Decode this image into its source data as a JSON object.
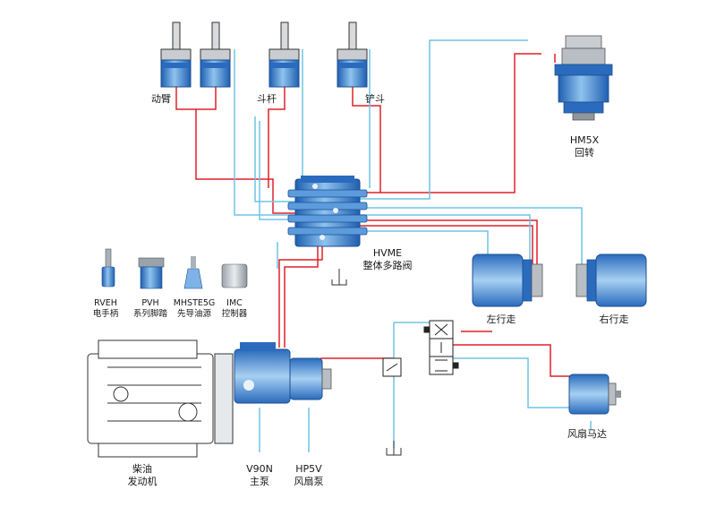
{
  "components": {
    "boom": {
      "label": "动臂"
    },
    "stick": {
      "label": "斗杆"
    },
    "bucket": {
      "label": "铲斗"
    },
    "swing": {
      "model": "HM5X",
      "label": "回转"
    },
    "valve": {
      "model": "HVME",
      "label": "整体多路阀"
    },
    "left_travel": {
      "label": "左行走"
    },
    "right_travel": {
      "label": "右行走"
    },
    "fan_motor": {
      "label": "风扇马达"
    },
    "engine": {
      "line1": "柴油",
      "line2": "发动机"
    },
    "main_pump": {
      "model": "V90N",
      "label": "主泵"
    },
    "fan_pump": {
      "model": "HP5V",
      "label": "风扇泵"
    }
  },
  "accessories": [
    {
      "model": "RVEH",
      "label": "电手柄"
    },
    {
      "model": "PVH",
      "label": "系列脚踏"
    },
    {
      "model": "MHSTE5G",
      "label": "先导油源"
    },
    {
      "model": "IMC",
      "label": "控制器"
    }
  ],
  "colors": {
    "pressure_line": "#e0202a",
    "return_line": "#6fc3e6",
    "component_blue": "#3d7fd0",
    "component_light": "#cfe3f5"
  }
}
